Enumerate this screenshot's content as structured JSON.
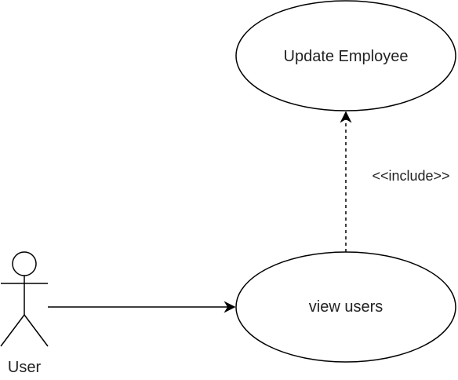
{
  "diagram": {
    "actor": {
      "label": "User"
    },
    "use_cases": {
      "update_employee": "Update Employee",
      "view_users": "view users"
    },
    "relationships": {
      "include_label": "<<include>>"
    },
    "colors": {
      "stroke": "#000000",
      "fill": "#ffffff",
      "text": "#222222"
    }
  }
}
